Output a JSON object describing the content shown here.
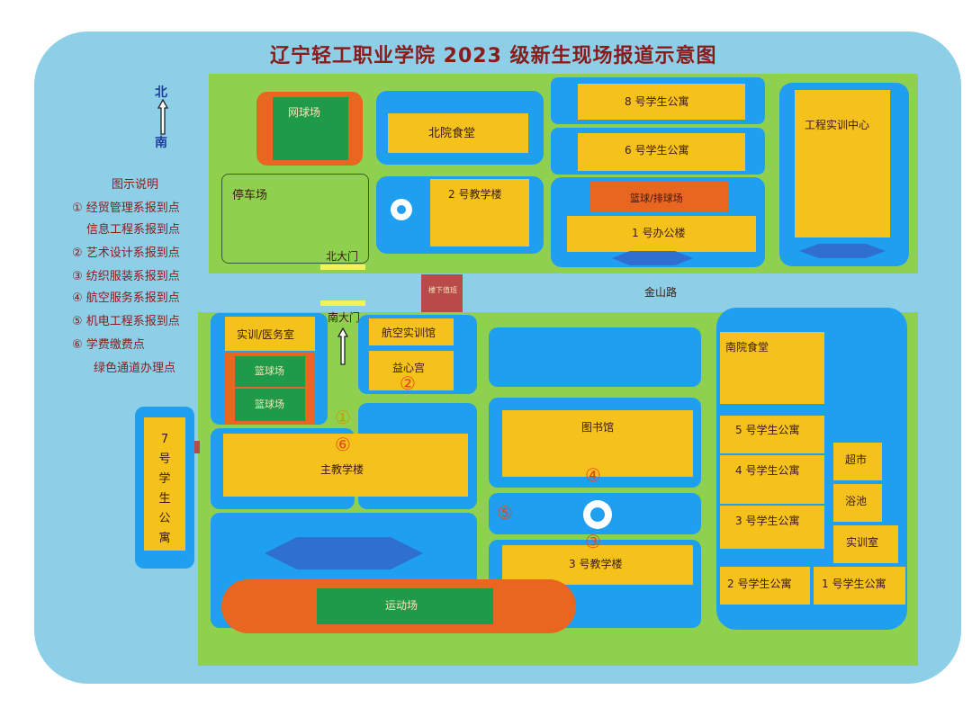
{
  "title": "辽宁轻工职业学院 2023 级新生现场报道示意图",
  "compass": {
    "north": "北",
    "south": "南"
  },
  "legend": {
    "heading": "图示说明",
    "items": [
      "① 经贸管理系报到点",
      "信息工程系报到点",
      "② 艺术设计系报到点",
      "③ 纺织服装系报到点",
      "④ 航空服务系报到点",
      "⑤ 机电工程系报到点",
      "⑥ 学费缴费点",
      "绿色通道办理点"
    ]
  },
  "buildings": {
    "tennis": "网球场",
    "north_canteen": "北院食堂",
    "dorm8": "8 号学生公寓",
    "dorm6": "6 号学生公寓",
    "engineering_center": "工程实训中心",
    "parking": "停车场",
    "teaching2": "2 号教学楼",
    "basket_volley": "篮球/排球场",
    "office1": "1 号办公楼",
    "north_gate": "北大门",
    "corner_building": "楼下值班",
    "jinshan_road": "金山路",
    "south_gate": "南大门",
    "training_medical": "实训/医务室",
    "aviation_training": "航空实训馆",
    "yixin_palace": "益心宫",
    "basketball1": "篮球场",
    "basketball2": "篮球场",
    "main_teaching": "主教学楼",
    "dorm7": "7号学生公寓",
    "library": "图书馆",
    "south_canteen": "南院食堂",
    "dorm5": "5 号学生公寓",
    "dorm4": "4 号学生公寓",
    "dorm3": "3 号学生公寓",
    "supermarket": "超市",
    "bathhouse": "浴池",
    "training_room": "实训室",
    "teaching3": "3 号教学楼",
    "dorm2": "2 号学生公寓",
    "dorm1": "1 号学生公寓",
    "playground": "运动场"
  },
  "markers": {
    "m1": "①",
    "m2": "②",
    "m4": "④",
    "m5": "⑤",
    "m6": "⑥",
    "m3": "③"
  },
  "colors": {
    "road": "#8ecfe8",
    "grass": "#8fd14f",
    "water": "#1e9ff0",
    "building": "#f5c21b",
    "court": "#1f9a48",
    "track": "#e8661f",
    "plaza": "#2f6fd0",
    "title": "#8a1b1b"
  }
}
